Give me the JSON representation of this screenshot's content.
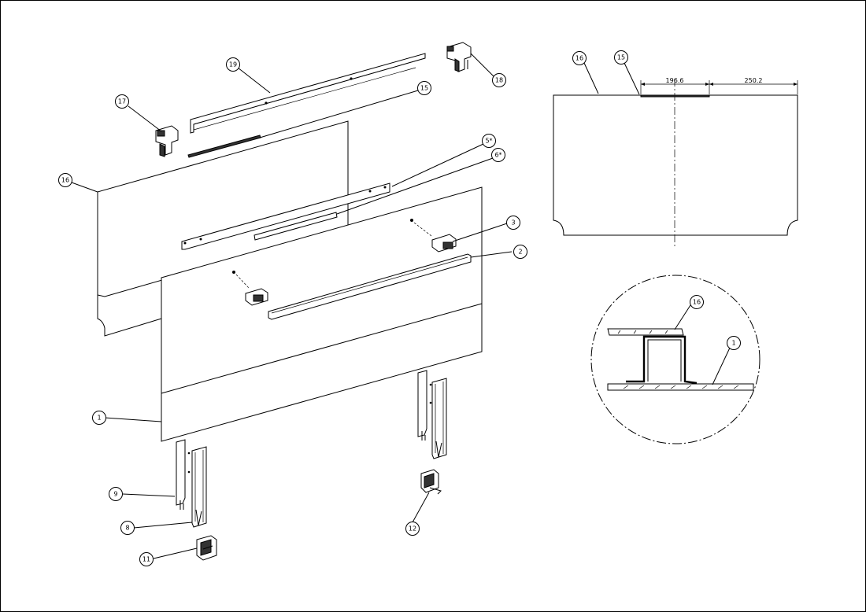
{
  "callouts": [
    {
      "id": "c19",
      "text": "19"
    },
    {
      "id": "c15",
      "text": "15"
    },
    {
      "id": "c17",
      "text": "17"
    },
    {
      "id": "c18",
      "text": "18"
    },
    {
      "id": "c16",
      "text": "16"
    },
    {
      "id": "c5",
      "text": "5*"
    },
    {
      "id": "c6",
      "text": "6*"
    },
    {
      "id": "c3",
      "text": "3"
    },
    {
      "id": "c2",
      "text": "2"
    },
    {
      "id": "c1",
      "text": "1"
    },
    {
      "id": "c9",
      "text": "9"
    },
    {
      "id": "c8",
      "text": "8"
    },
    {
      "id": "c11",
      "text": "11"
    },
    {
      "id": "c12",
      "text": "12"
    },
    {
      "id": "c16b",
      "text": "16"
    },
    {
      "id": "c15b",
      "text": "15"
    },
    {
      "id": "c16c",
      "text": "16"
    },
    {
      "id": "c1b",
      "text": "1"
    }
  ],
  "dimensions": {
    "left": "196.6",
    "right": "250.2"
  }
}
